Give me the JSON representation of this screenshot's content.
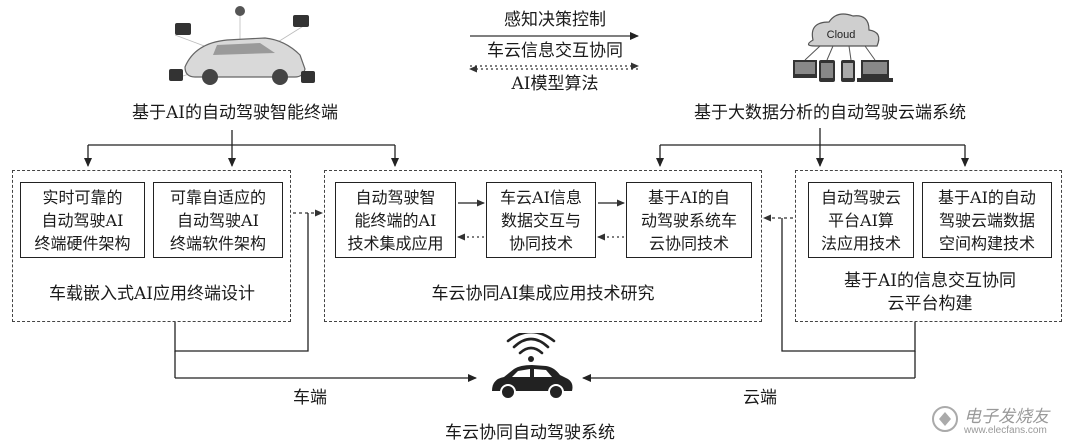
{
  "flows": {
    "top": "感知决策控制",
    "middle": "车云信息交互协同",
    "bottom": "AI模型算法"
  },
  "terminal": {
    "title": "基于AI的自动驾驶智能终端",
    "group_label": "车载嵌入式AI应用终端设计",
    "box1": "实时可靠的\n自动驾驶AI\n终端硬件架构",
    "box2": "可靠自适应的\n自动驾驶AI\n终端软件架构"
  },
  "cloud": {
    "title": "基于大数据分析的自动驾驶云端系统",
    "icon_label": "Cloud",
    "group_label": "基于AI的信息交互协同\n云平台构建",
    "box1": "自动驾驶云\n平台AI算\n法应用技术",
    "box2": "基于AI的自动\n驾驶云端数据\n空间构建技术"
  },
  "center": {
    "group_label": "车云协同AI集成应用技术研究",
    "box1": "自动驾驶智\n能终端的AI\n技术集成应用",
    "box2": "车云AI信息\n数据交互与\n协同技术",
    "box3": "基于AI的自\n动驾驶系统车\n云协同技术"
  },
  "bottom": {
    "car_side": "车端",
    "cloud_side": "云端",
    "system_title": "车云协同自动驾驶系统"
  },
  "watermark": {
    "brand": "电子发烧友",
    "url": "www.elecfans.com"
  }
}
